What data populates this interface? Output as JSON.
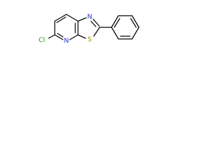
{
  "molecule": {
    "atoms": {
      "chlorine": "Cl",
      "pyridine_nitrogen": "N",
      "thiazole_nitrogen": "N",
      "sulfur": "S"
    },
    "colors": {
      "bonds": "#000000",
      "chlorine": "#1e9e1e",
      "nitrogen": "#2030d8",
      "sulfur": "#a09000"
    }
  }
}
